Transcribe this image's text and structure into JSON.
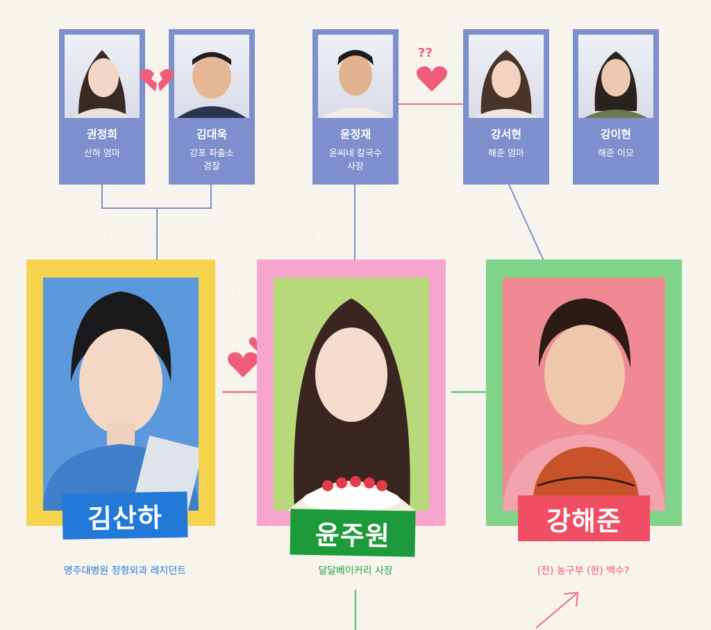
{
  "colors": {
    "background": "#f7f4ee",
    "card": "#7d8fcc",
    "kim_frame": "#f6d34c",
    "kim_bg": "#5b98dc",
    "kim_plate": "#2279d8",
    "kim_text": "#2a7ad2",
    "yoon_frame": "#f7a5cd",
    "yoon_bg": "#b7d97a",
    "yoon_plate": "#1d9b3a",
    "yoon_text": "#2aa03e",
    "kang_frame": "#7fd48a",
    "kang_bg": "#f08a92",
    "kang_plate": "#f04e62",
    "kang_text": "#ef5566"
  },
  "top_cards": [
    {
      "name": "권정희",
      "role": "산하 엄마"
    },
    {
      "name": "김대욱",
      "role": "강포 파출소\n경찰"
    },
    {
      "name": "윤정재",
      "role": "윤씨네 칼국수\n사장"
    },
    {
      "name": "강서현",
      "role": "해준 엄마"
    },
    {
      "name": "강이현",
      "role": "해준 이모"
    }
  ],
  "main": [
    {
      "name": "김산하",
      "desc": "명주대병원 정형외과 레지던트"
    },
    {
      "name": "윤주원",
      "desc": "달달베이커리 사장"
    },
    {
      "name": "강해준",
      "desc": "(전) 농구부 (현) 백수?"
    }
  ],
  "icons": {
    "broken_heart": "broken-heart-icon",
    "question_heart": "question-heart-icon",
    "love_heart": "double-heart-icon",
    "question_marks": "??"
  }
}
